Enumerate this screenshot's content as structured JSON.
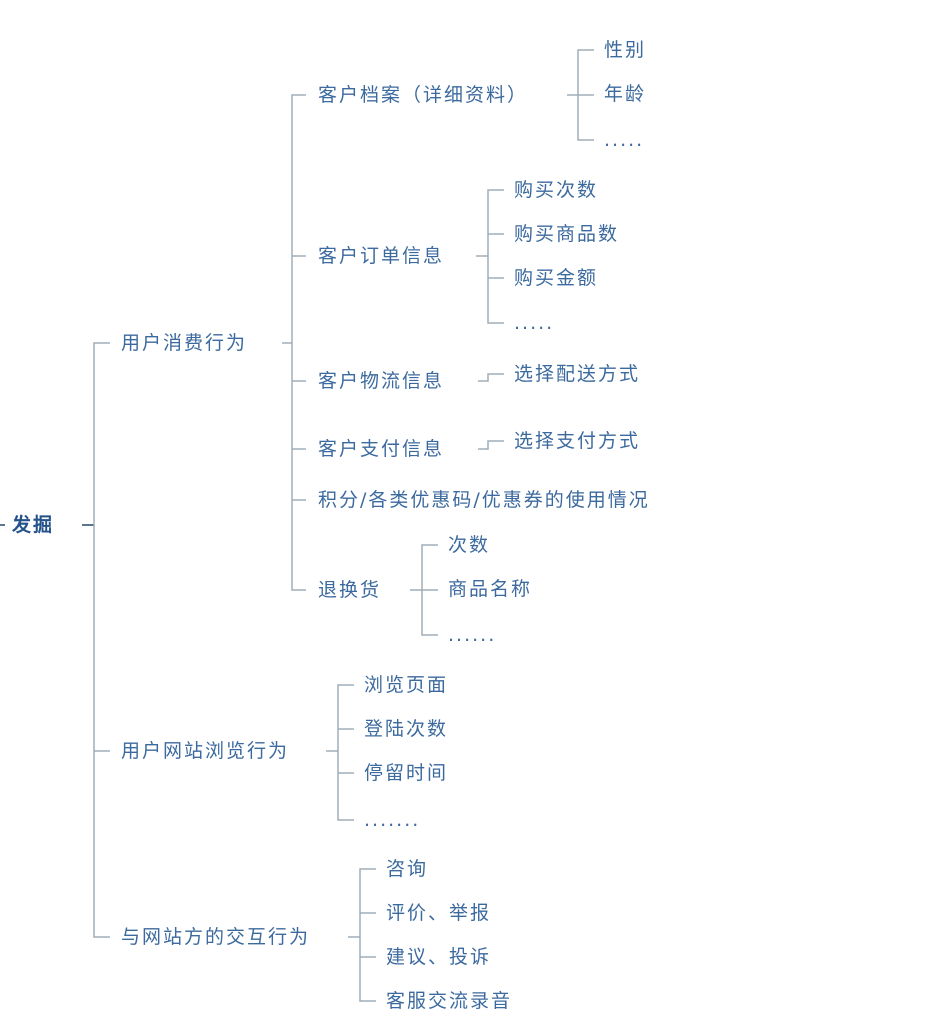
{
  "root": {
    "label": "发掘"
  },
  "colors": {
    "text": "#3c6a9e",
    "root": "#24528a",
    "line": "#9fadba"
  },
  "branches": [
    {
      "label": "用户消费行为",
      "children": [
        {
          "label": "客户档案（详细资料）",
          "children": [
            "性别",
            "年龄",
            "....."
          ]
        },
        {
          "label": "客户订单信息",
          "children": [
            "购买次数",
            "购买商品数",
            "购买金额",
            "....."
          ]
        },
        {
          "label": "客户物流信息",
          "children": [
            "选择配送方式"
          ]
        },
        {
          "label": "客户支付信息",
          "children": [
            "选择支付方式"
          ]
        },
        {
          "label": "积分/各类优惠码/优惠券的使用情况"
        },
        {
          "label": "退换货",
          "children": [
            "次数",
            "商品名称",
            "......"
          ]
        }
      ]
    },
    {
      "label": "用户网站浏览行为",
      "children": [
        "浏览页面",
        "登陆次数",
        "停留时间",
        "......."
      ]
    },
    {
      "label": "与网站方的交互行为",
      "children": [
        "咨询",
        "评价、举报",
        "建议、投诉",
        "客服交流录音"
      ]
    }
  ]
}
